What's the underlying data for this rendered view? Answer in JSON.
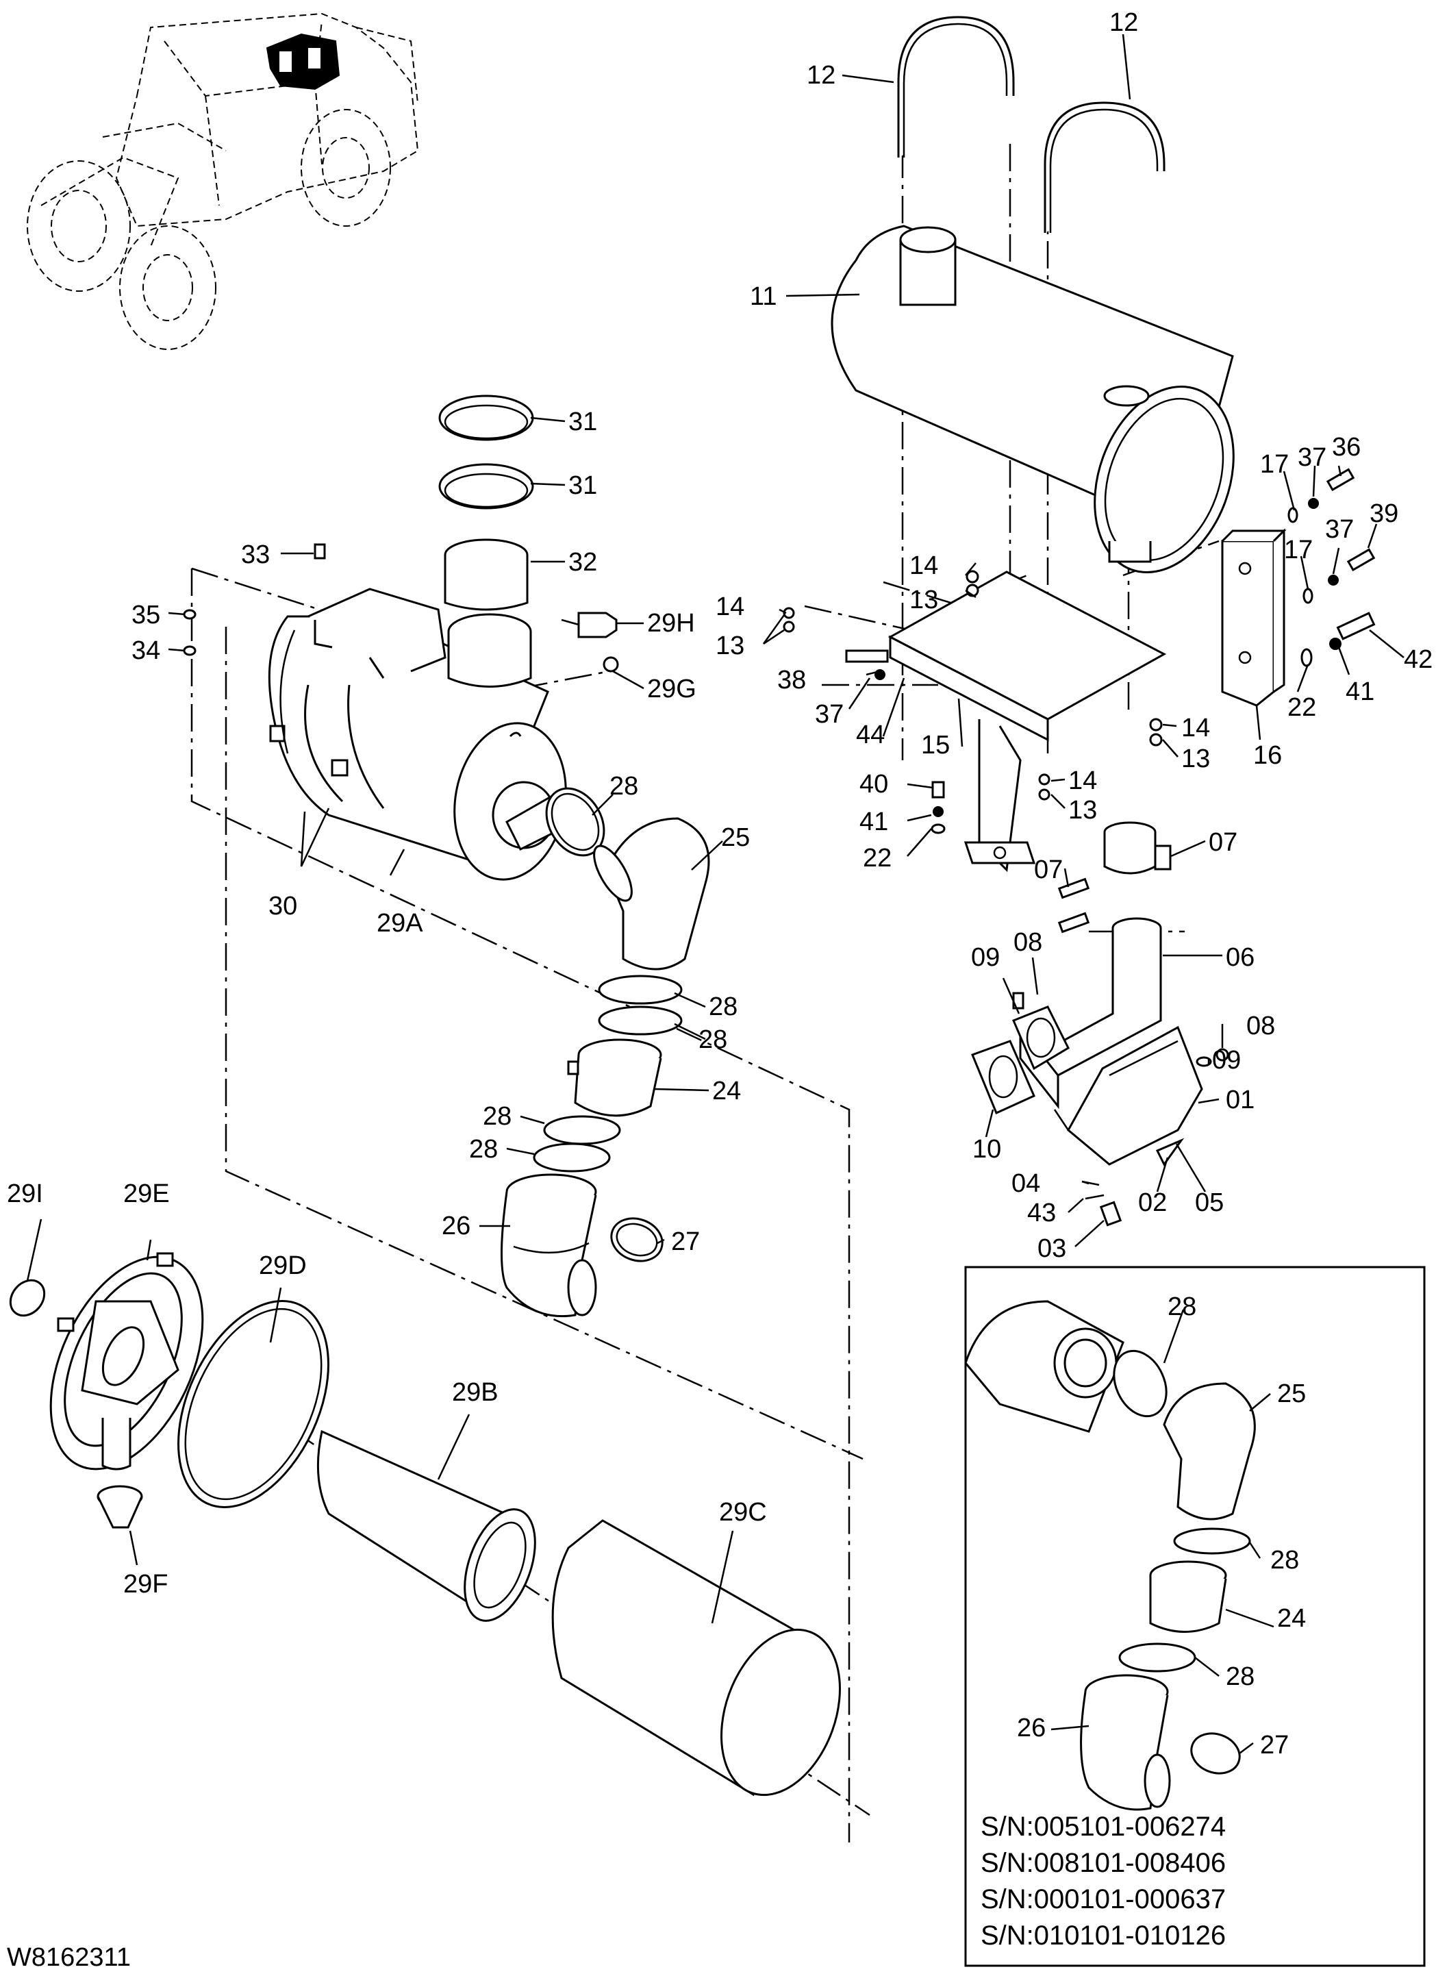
{
  "diagram_id": "W8162311",
  "callouts": {
    "c01": "01",
    "c02": "02",
    "c03": "03",
    "c04": "04",
    "c05": "05",
    "c06": "06",
    "c07": "07",
    "c08": "08",
    "c09": "09",
    "c10": "10",
    "c11": "11",
    "c12": "12",
    "c13": "13",
    "c14": "14",
    "c15": "15",
    "c16": "16",
    "c17": "17",
    "c22": "22",
    "c24": "24",
    "c25": "25",
    "c26": "26",
    "c27": "27",
    "c28": "28",
    "c29A": "29A",
    "c29B": "29B",
    "c29C": "29C",
    "c29D": "29D",
    "c29E": "29E",
    "c29F": "29F",
    "c29G": "29G",
    "c29H": "29H",
    "c29I": "29I",
    "c30": "30",
    "c31": "31",
    "c32": "32",
    "c33": "33",
    "c34": "34",
    "c35": "35",
    "c36": "36",
    "c37": "37",
    "c38": "38",
    "c39": "39",
    "c40": "40",
    "c41": "41",
    "c42": "42",
    "c43": "43",
    "c44": "44"
  },
  "inset": {
    "serial_numbers": [
      "S/N:005101-006274",
      "S/N:008101-008406",
      "S/N:000101-000637",
      "S/N:010101-010126"
    ]
  }
}
